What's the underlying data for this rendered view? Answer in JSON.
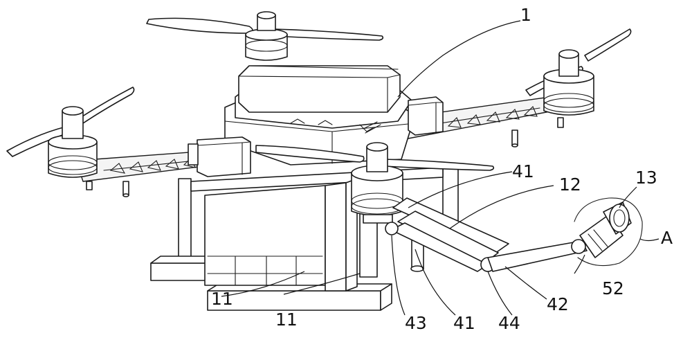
{
  "labels": {
    "body": "1",
    "leg_a": "11",
    "leg_b": "11",
    "arm": "12",
    "nozzle": "13",
    "link_upper": "41",
    "link_lower": "41",
    "rod": "42",
    "pivot_a": "43",
    "pivot_b": "44",
    "joint": "52",
    "detail": "A"
  },
  "colors": {
    "stroke": "#1a1a1a",
    "background": "#ffffff"
  }
}
